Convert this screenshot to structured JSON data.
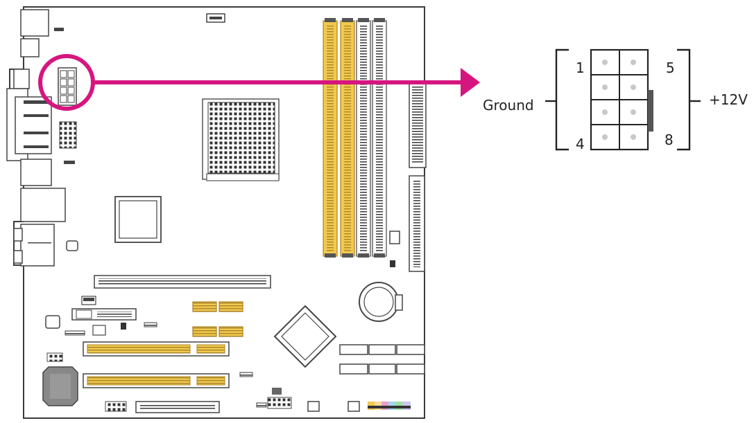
{
  "connector": {
    "pin_labels": {
      "p1": "1",
      "p4": "4",
      "p5": "5",
      "p8": "8"
    },
    "ground_label": "Ground",
    "power_label": "+12V"
  },
  "colors": {
    "highlight": "#d6167f",
    "board_outline": "#3a3a3a",
    "slot_fill": "#f2c94c",
    "pin_fill": "#c8c8c8"
  }
}
